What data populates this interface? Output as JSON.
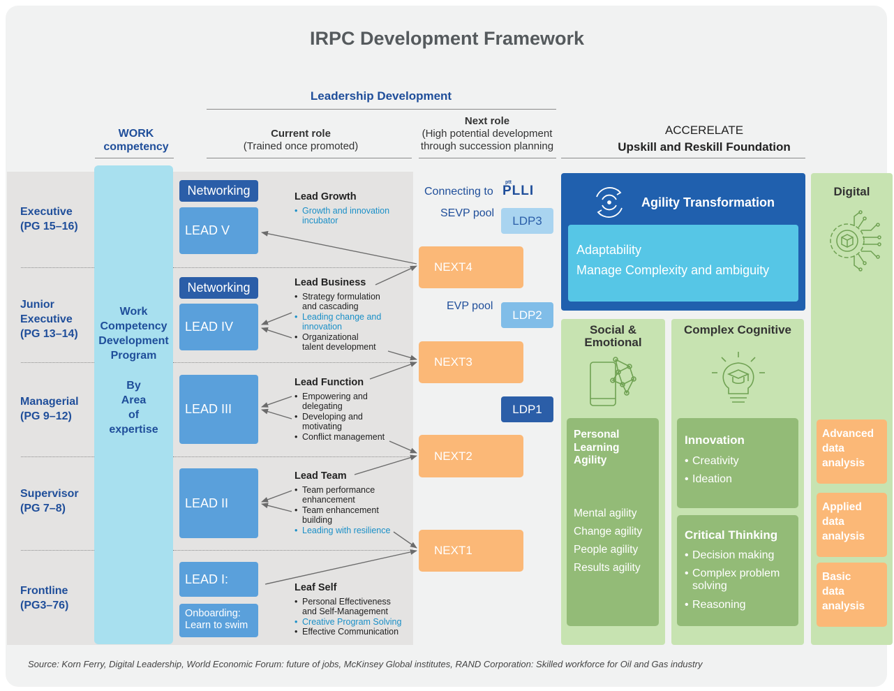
{
  "title": "IRPC Development Framework",
  "headers": {
    "leadership": "Leadership Development",
    "work_line1": "WORK",
    "work_line2": "competency",
    "current_title": "Current role",
    "current_sub": "(Trained once promoted)",
    "next_title": "Next role",
    "next_sub1": "(High potential development",
    "next_sub2": "through succession planning",
    "accel_line1": "ACCERELATE",
    "accel_line2": "Upskill and Reskill Foundation"
  },
  "levels": [
    {
      "line1": "Executive",
      "line2": "(PG 15–16)"
    },
    {
      "line1": "Junior",
      "line2": "Executive",
      "line3": "(PG 13–14)"
    },
    {
      "line1": "Managerial",
      "line2": "(PG 9–12)"
    },
    {
      "line1": "Supervisor",
      "line2": "(PG 7–8)"
    },
    {
      "line1": "Frontline",
      "line2": "(PG3–76)"
    }
  ],
  "work_column": {
    "l1": "Work",
    "l2": "Competency",
    "l3": "Development",
    "l4": "Program",
    "l5": "By",
    "l6": "Area",
    "l7": "of",
    "l8": "expertise"
  },
  "networking": "Networking",
  "leads": {
    "v": "LEAD V",
    "iv": "LEAD IV",
    "iii": "LEAD III",
    "ii": "LEAD II",
    "i": "LEAD I:",
    "onboarding1": "Onboarding:",
    "onboarding2": "Learn to swim"
  },
  "groups": {
    "growth": {
      "title": "Lead Growth",
      "items": [
        "Growth and innovation",
        "incubator"
      ]
    },
    "business": {
      "title": "Lead Business",
      "items": [
        "Strategy formulation",
        "and cascading",
        "Leading change and",
        "innovation",
        "Organizational",
        "talent development"
      ]
    },
    "function": {
      "title": "Lead Function",
      "items": [
        "Empowering and",
        "delegating",
        "Developing and",
        "motivating",
        "Conflict management"
      ]
    },
    "team": {
      "title": "Lead Team",
      "items": [
        "Team performance",
        "enhancement",
        "Team enhancement",
        "building",
        "Leading with resilience"
      ]
    },
    "self": {
      "title": "Leaf Self",
      "items": [
        "Personal Effectiveness",
        "and Self-Management",
        "Creative Program Solving",
        "Effective Communication"
      ]
    }
  },
  "next": {
    "n4": "NEXT4",
    "n3": "NEXT3",
    "n2": "NEXT2",
    "n1": "NEXT1"
  },
  "pools": {
    "connecting": "Connecting to",
    "plli_logo": "PLLI",
    "ptt_mark": "ptt",
    "sevp": "SEVP pool",
    "evp": "EVP pool",
    "ldp3": "LDP3",
    "ldp2": "LDP2",
    "ldp1": "LDP1"
  },
  "agility": {
    "title": "Agility Transformation",
    "item1": "Adaptability",
    "item2": "Manage Complexity and ambiguity"
  },
  "social": {
    "h1": "Social &",
    "h2": "Emotional",
    "pla1": "Personal",
    "pla2": "Learning",
    "pla3": "Agility",
    "items": [
      "Mental agility",
      "Change agility",
      "People agility",
      "Results agility"
    ]
  },
  "cognitive": {
    "title": "Complex Cognitive",
    "innovation": "Innovation",
    "innovation_items": [
      "Creativity",
      "Ideation"
    ],
    "critical": "Critical Thinking",
    "critical_items": [
      "Decision making",
      "Complex problem",
      "solving",
      "Reasoning"
    ]
  },
  "digital": {
    "title": "Digital",
    "c1": [
      "Advanced",
      "data",
      "analysis"
    ],
    "c2": [
      "Applied",
      "data",
      "analysis"
    ],
    "c3": [
      "Basic",
      "data",
      "analysis"
    ]
  },
  "source": "Source: Korn Ferry, Digital Leadership, World Economic Forum: future of jobs, McKinsey Global institutes, RAND Corporation: Skilled workforce for Oil and Gas industry",
  "colors": {
    "navy": "#1f4e9a",
    "lead_blue": "#5aa0db",
    "networking_blue": "#2b5ea8",
    "next_orange": "#fbb877",
    "work_cyan": "#a8e0ef",
    "agility_blue": "#2060ae",
    "agility_inner": "#56c6e6",
    "green_light": "#c7e3b1",
    "green_dark": "#93bb77",
    "highlight_text": "#1a8fc7"
  },
  "icons": [
    "refresh-cycle-icon",
    "circuit-chip-icon",
    "phone-network-icon",
    "lightbulb-graduation-icon"
  ]
}
